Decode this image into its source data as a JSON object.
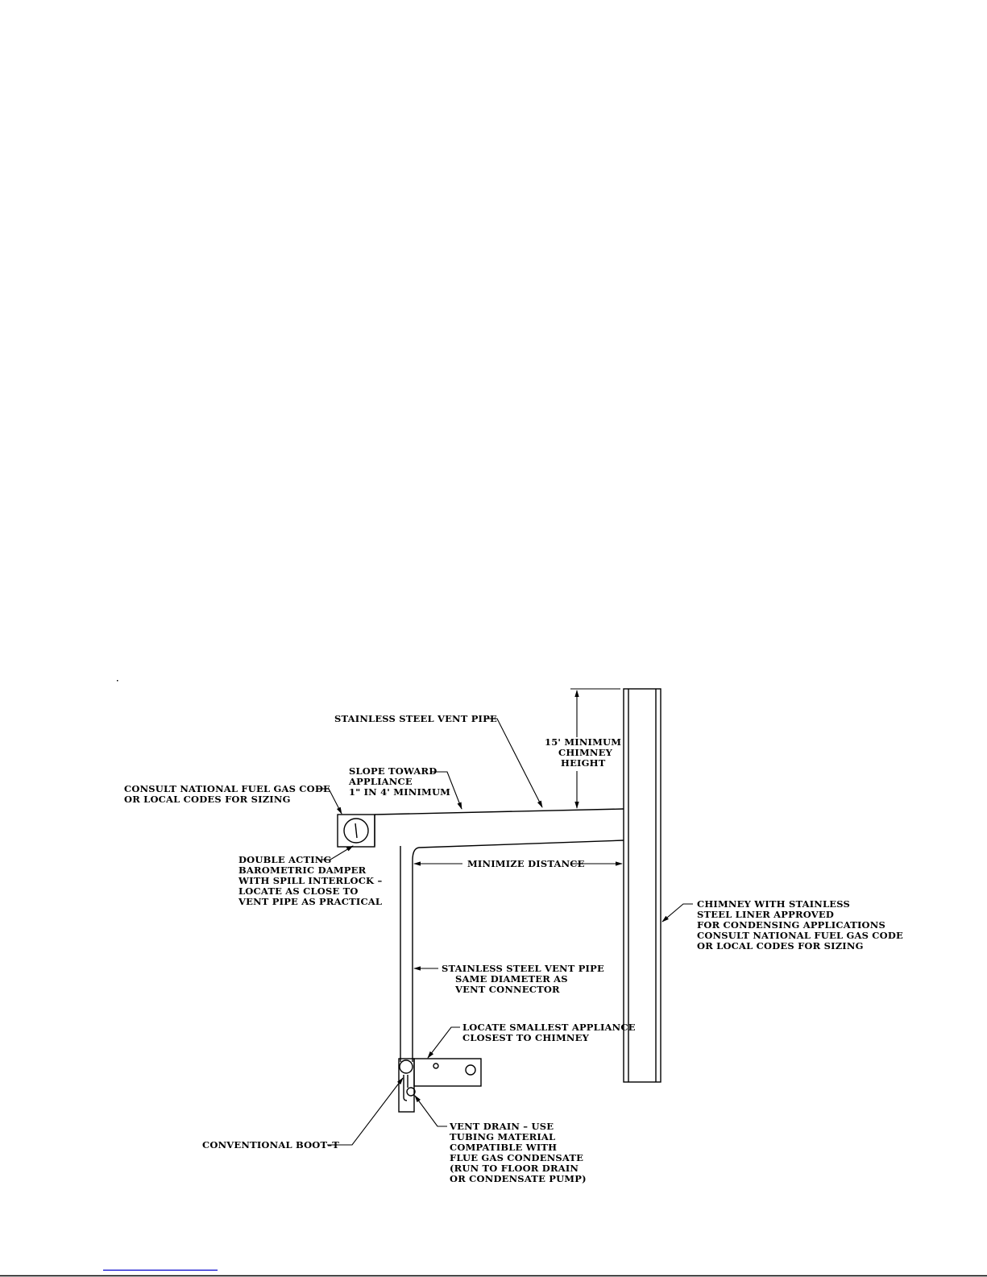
{
  "labels": {
    "stainless_vent_pipe_top": "STAINLESS STEEL VENT PIPE",
    "chimney_height_1": "15' MINIMUM",
    "chimney_height_2": "CHIMNEY",
    "chimney_height_3": "HEIGHT",
    "slope_1": "SLOPE TOWARD",
    "slope_2": "APPLIANCE",
    "slope_3": "1\" IN 4' MINIMUM",
    "consult_top_1": "CONSULT NATIONAL FUEL GAS CODE",
    "consult_top_2": "OR LOCAL CODES FOR SIZING",
    "damper_1": "DOUBLE ACTING",
    "damper_2": "BAROMETRIC DAMPER",
    "damper_3": "WITH SPILL INTERLOCK –",
    "damper_4": "LOCATE AS CLOSE TO",
    "damper_5": "VENT PIPE AS PRACTICAL",
    "minimize_distance": "MINIMIZE DISTANCE",
    "chimney_1": "CHIMNEY WITH STAINLESS",
    "chimney_2": "STEEL LINER APPROVED",
    "chimney_3": "FOR CONDENSING APPLICATIONS",
    "chimney_4": "CONSULT NATIONAL FUEL GAS CODE",
    "chimney_5": "OR LOCAL CODES FOR SIZING",
    "vertical_pipe_1": "STAINLESS STEEL VENT PIPE",
    "vertical_pipe_2": "SAME DIAMETER AS",
    "vertical_pipe_3": "VENT CONNECTOR",
    "smallest_1": "LOCATE SMALLEST APPLIANCE",
    "smallest_2": "CLOSEST TO CHIMNEY",
    "boot_t": "CONVENTIONAL BOOT–T",
    "drain_1": "VENT DRAIN – USE",
    "drain_2": "TUBING MATERIAL",
    "drain_3": "COMPATIBLE WITH",
    "drain_4": "FLUE GAS CONDENSATE",
    "drain_5": "(RUN TO FLOOR DRAIN",
    "drain_6": " OR CONDENSATE PUMP)"
  },
  "colors": {
    "line": "#000000",
    "footer_link": "#0000cc"
  }
}
